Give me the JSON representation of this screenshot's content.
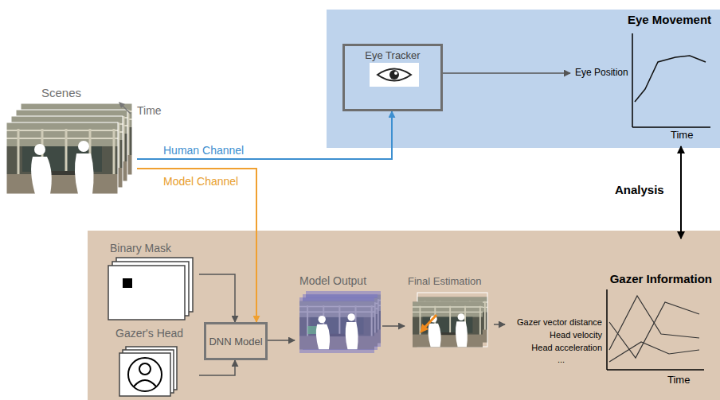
{
  "diagram": {
    "nodes": [
      {
        "text": [
          "Scenes"
        ]
      },
      {
        "text": [
          "Eye Tracker"
        ]
      },
      {
        "text": [
          "Eye Movement"
        ]
      },
      {
        "text": [
          "Binary Mask"
        ]
      },
      {
        "text": [
          "Gazer's Head"
        ]
      },
      {
        "text": [
          "DNN Model"
        ]
      },
      {
        "text": [
          "Model Output"
        ]
      },
      {
        "text": [
          "Final Estimation"
        ]
      },
      {
        "text": [
          "Gazer Information"
        ]
      }
    ],
    "edges": [
      {
        "from": 0,
        "to": 1,
        "label": "Human Channel",
        "arrow": "to"
      },
      {
        "from": 0,
        "to": 5,
        "label": "Model Channel",
        "arrow": "to"
      },
      {
        "from": 1,
        "to": 2,
        "arrow": "to"
      },
      {
        "from": 3,
        "to": 5,
        "arrow": "to"
      },
      {
        "from": 4,
        "to": 5,
        "arrow": "to"
      },
      {
        "from": 5,
        "to": 6,
        "arrow": "to"
      },
      {
        "from": 6,
        "to": 7,
        "arrow": "to"
      },
      {
        "from": 7,
        "to": 8,
        "arrow": "to"
      },
      {
        "from": 2,
        "to": 8,
        "label": "Analysis",
        "arrow": "both"
      }
    ],
    "labels": [
      "Time",
      "Eye Position",
      "Time",
      "Gazer vector distance",
      "Head velocity",
      "Head acceleration",
      "...",
      "Time"
    ]
  }
}
